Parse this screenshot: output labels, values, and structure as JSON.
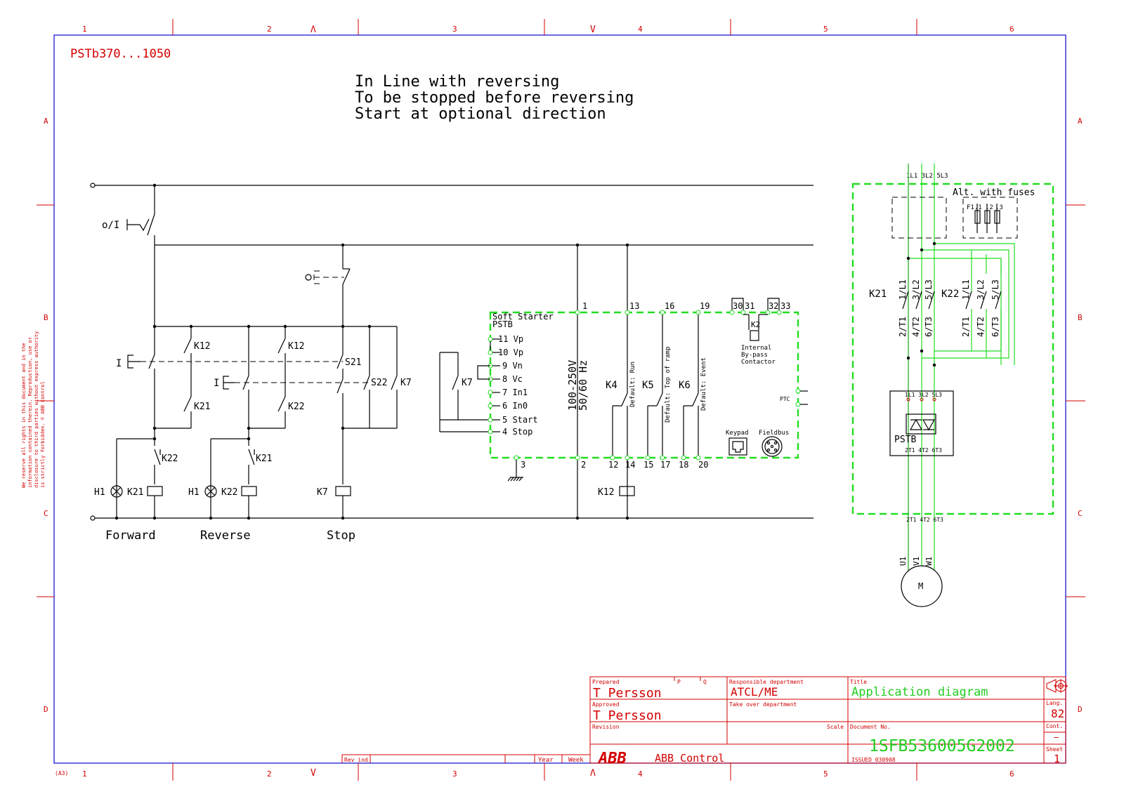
{
  "sheet": {
    "model": "PSTb370...1050",
    "description_lines": [
      "In Line with reversing",
      "To be stopped before reversing",
      "Start at optional direction"
    ],
    "size_code": "(A3)",
    "rights_lines": [
      "We reserve all rights in this document and in the",
      "information contained therein. Reproduction, use or",
      "disclosure to third parties without express authority",
      "is strictly forbidden. © ABB Control"
    ]
  },
  "border": {
    "columns": [
      "1",
      "2",
      "3",
      "4",
      "5",
      "6"
    ],
    "rows": [
      "A",
      "B",
      "C",
      "D"
    ],
    "mark_top_left": "Λ",
    "mark_top_right": "V",
    "mark_bottom_left": "V",
    "mark_bottom_right": "Λ"
  },
  "control_circuit": {
    "main_switch": "o/I",
    "stop_button": "oE",
    "contacts": [
      "K12",
      "K21",
      "K12",
      "K22",
      "S21",
      "S22",
      "K7",
      "K22",
      "K21",
      "K7"
    ],
    "switch_forward": "I",
    "switch_reverse": "I",
    "lamp_fwd": "H1",
    "coil_fwd": "K21",
    "lamp_rev": "H1",
    "coil_rev": "K22",
    "coil_stop": "K7",
    "coil_k12": "K12",
    "group_labels": [
      "Forward",
      "Reverse",
      "Stop"
    ]
  },
  "soft_starter": {
    "title_lines": [
      "Soft Starter",
      "PSTB"
    ],
    "inputs": [
      "11 Vp",
      "10 Vp",
      "9 Vn",
      "8 Vc",
      "7 In1",
      "6 In0",
      "5 Start",
      "4 Stop"
    ],
    "terminal_bottom_left": "3",
    "supply_lines": [
      "100-250V",
      "50/60 Hz"
    ],
    "terminals_top": [
      "1",
      "13",
      "16",
      "19",
      "30",
      "31",
      "32",
      "33"
    ],
    "terminals_bottom": [
      "2",
      "12",
      "14",
      "15",
      "17",
      "18",
      "20"
    ],
    "relays": [
      {
        "name": "K4",
        "function": "Default: Run"
      },
      {
        "name": "K5",
        "function": "Default: Top of ramp"
      },
      {
        "name": "K6",
        "function": "Default: Event"
      }
    ],
    "k2_label": "K2",
    "k2_desc": [
      "Internal",
      "By-pass",
      "Contactor"
    ],
    "ptc": "PTC",
    "keypad": "Keypad",
    "fieldbus": "Fieldbus"
  },
  "power_circuit": {
    "supply_terminals": "1L1 3L2 5L3",
    "alt_fuses": "Alt. with fuses",
    "fuse_labels": [
      "F1.1",
      ".2",
      ".3"
    ],
    "k21": "K21",
    "k22": "K22",
    "contactor_top": [
      "1/L1",
      "3/L2",
      "5/L3"
    ],
    "contactor_bottom": [
      "2/T1",
      "4/T2",
      "6/T3"
    ],
    "pstb_label": "PSTB",
    "pstb_in": "1L1 3L2 5L3",
    "pstb_out": "2T1 4T2 6T3",
    "out_terminals": "2T1 4T2 6T3",
    "motor_phases": [
      "U1",
      "V1",
      "W1"
    ],
    "motor": "M"
  },
  "title_block": {
    "prepared_label": "Prepared",
    "prepared_by": "T Persson",
    "p_mark": "P",
    "q_mark": "Q",
    "approved_label": "Approved",
    "approved_by": "T Persson",
    "resp_dept_label": "Responsible department",
    "resp_dept": "ATCL/ME",
    "takeover_label": "Take over department",
    "revision_label": "Revision",
    "scale_label": "Scale",
    "title_label": "Title",
    "title": "Application diagram",
    "lang_label": "Lang.",
    "lang": "82",
    "docno_label": "Document No.",
    "docno": "1SFB536005G2002",
    "cont_label": "Cont.",
    "cont": "–",
    "issued": "ISSUED 030908",
    "sheet_label": "Sheet",
    "sheet": "1",
    "company_logo": "ABB",
    "company": "ABB Control",
    "rev_ind": "Rev ind",
    "year": "Year",
    "week": "Week"
  }
}
